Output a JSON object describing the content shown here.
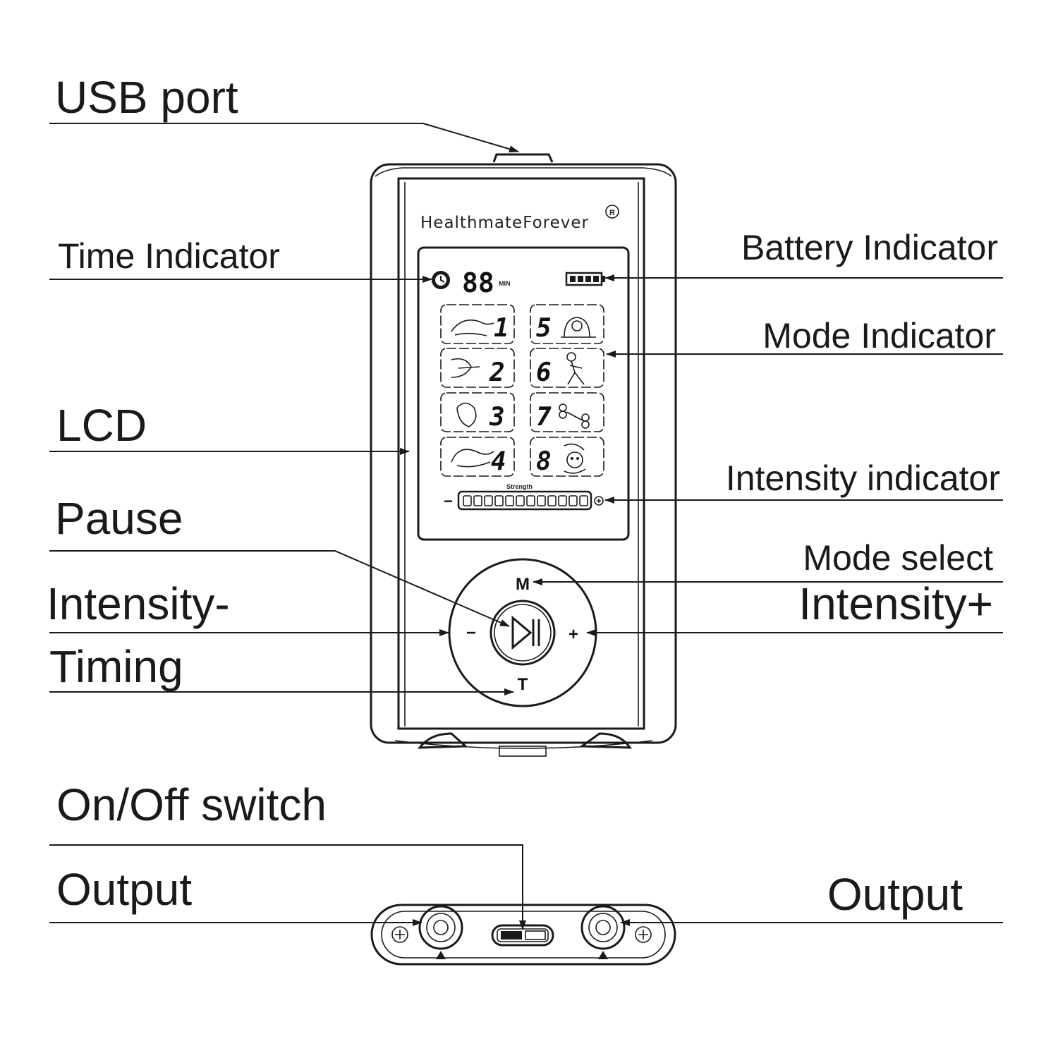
{
  "labels": {
    "usb_port": "USB  port",
    "time_indicator": "Time Indicator",
    "lcd": "LCD",
    "pause": "Pause",
    "intensity_minus": "Intensity-",
    "timing": "Timing",
    "on_off_switch": "On/Off  switch",
    "output_left": "Output",
    "battery_indicator": "Battery Indicator",
    "mode_indicator": "Mode Indicator",
    "intensity_indicator": "Intensity indicator",
    "mode_select": "Mode select",
    "intensity_plus": "Intensity+",
    "output_right": "Output"
  },
  "device": {
    "brand": "HealthmateForever",
    "registered_mark": "R",
    "timer_digits": "88",
    "timer_unit": "MIN",
    "strength_label": "Strength",
    "modes": [
      "1",
      "2",
      "3",
      "4",
      "5",
      "6",
      "7",
      "8"
    ],
    "buttons": {
      "mode": "M",
      "timing": "T",
      "minus": "−",
      "plus": "+"
    }
  }
}
